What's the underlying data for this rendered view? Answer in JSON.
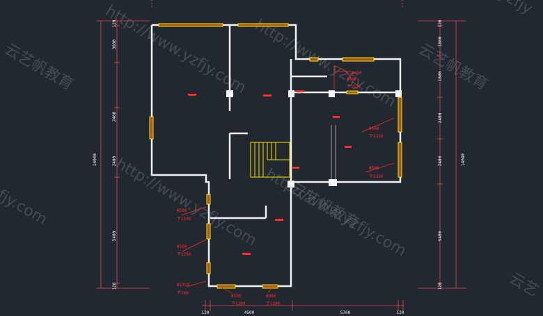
{
  "watermarks": {
    "url": "http://www.yzfjy.com",
    "brand": "云艺帆教育",
    "partial_top_right": "yzfjy",
    "partial_right_bottom": "云艺",
    "partial_left": "fjy.com"
  },
  "dimensions": {
    "left_total": "14040",
    "left_segments": [
      "120",
      "3600",
      "2400",
      "2400",
      "5400",
      "120"
    ],
    "right_total": "14040",
    "right_segments": [
      "120",
      "1800",
      "1800",
      "2400",
      "2400",
      "5400",
      "120"
    ],
    "bottom_segments": [
      "120",
      "4500",
      "5700",
      "120"
    ]
  },
  "annotations": [
    {
      "id": "a1",
      "lines": [
        "Φ400"
      ]
    },
    {
      "id": "a2",
      "lines": [
        "Φ500",
        "下1570"
      ]
    },
    {
      "id": "a3",
      "lines": [
        "Φ500",
        "下1350"
      ]
    },
    {
      "id": "a4",
      "lines": [
        "Φ500",
        "下1350"
      ]
    },
    {
      "id": "a5",
      "lines": [
        "Φ500",
        "下1550"
      ]
    },
    {
      "id": "a6",
      "lines": [
        "Φ500",
        "下1250"
      ]
    },
    {
      "id": "a7",
      "lines": [
        "Φ1350",
        "下700"
      ]
    },
    {
      "id": "a8",
      "lines": [
        "Φ500",
        "下1200"
      ]
    },
    {
      "id": "a9",
      "lines": [
        "Φ800",
        "下1200"
      ]
    }
  ],
  "colors": {
    "background": "#212830",
    "wall": "#f2f2f2",
    "window": "#ffe000",
    "window_fill": "#a05a20",
    "dimension": "#e8454f",
    "annotation": "#ff2a2a"
  }
}
